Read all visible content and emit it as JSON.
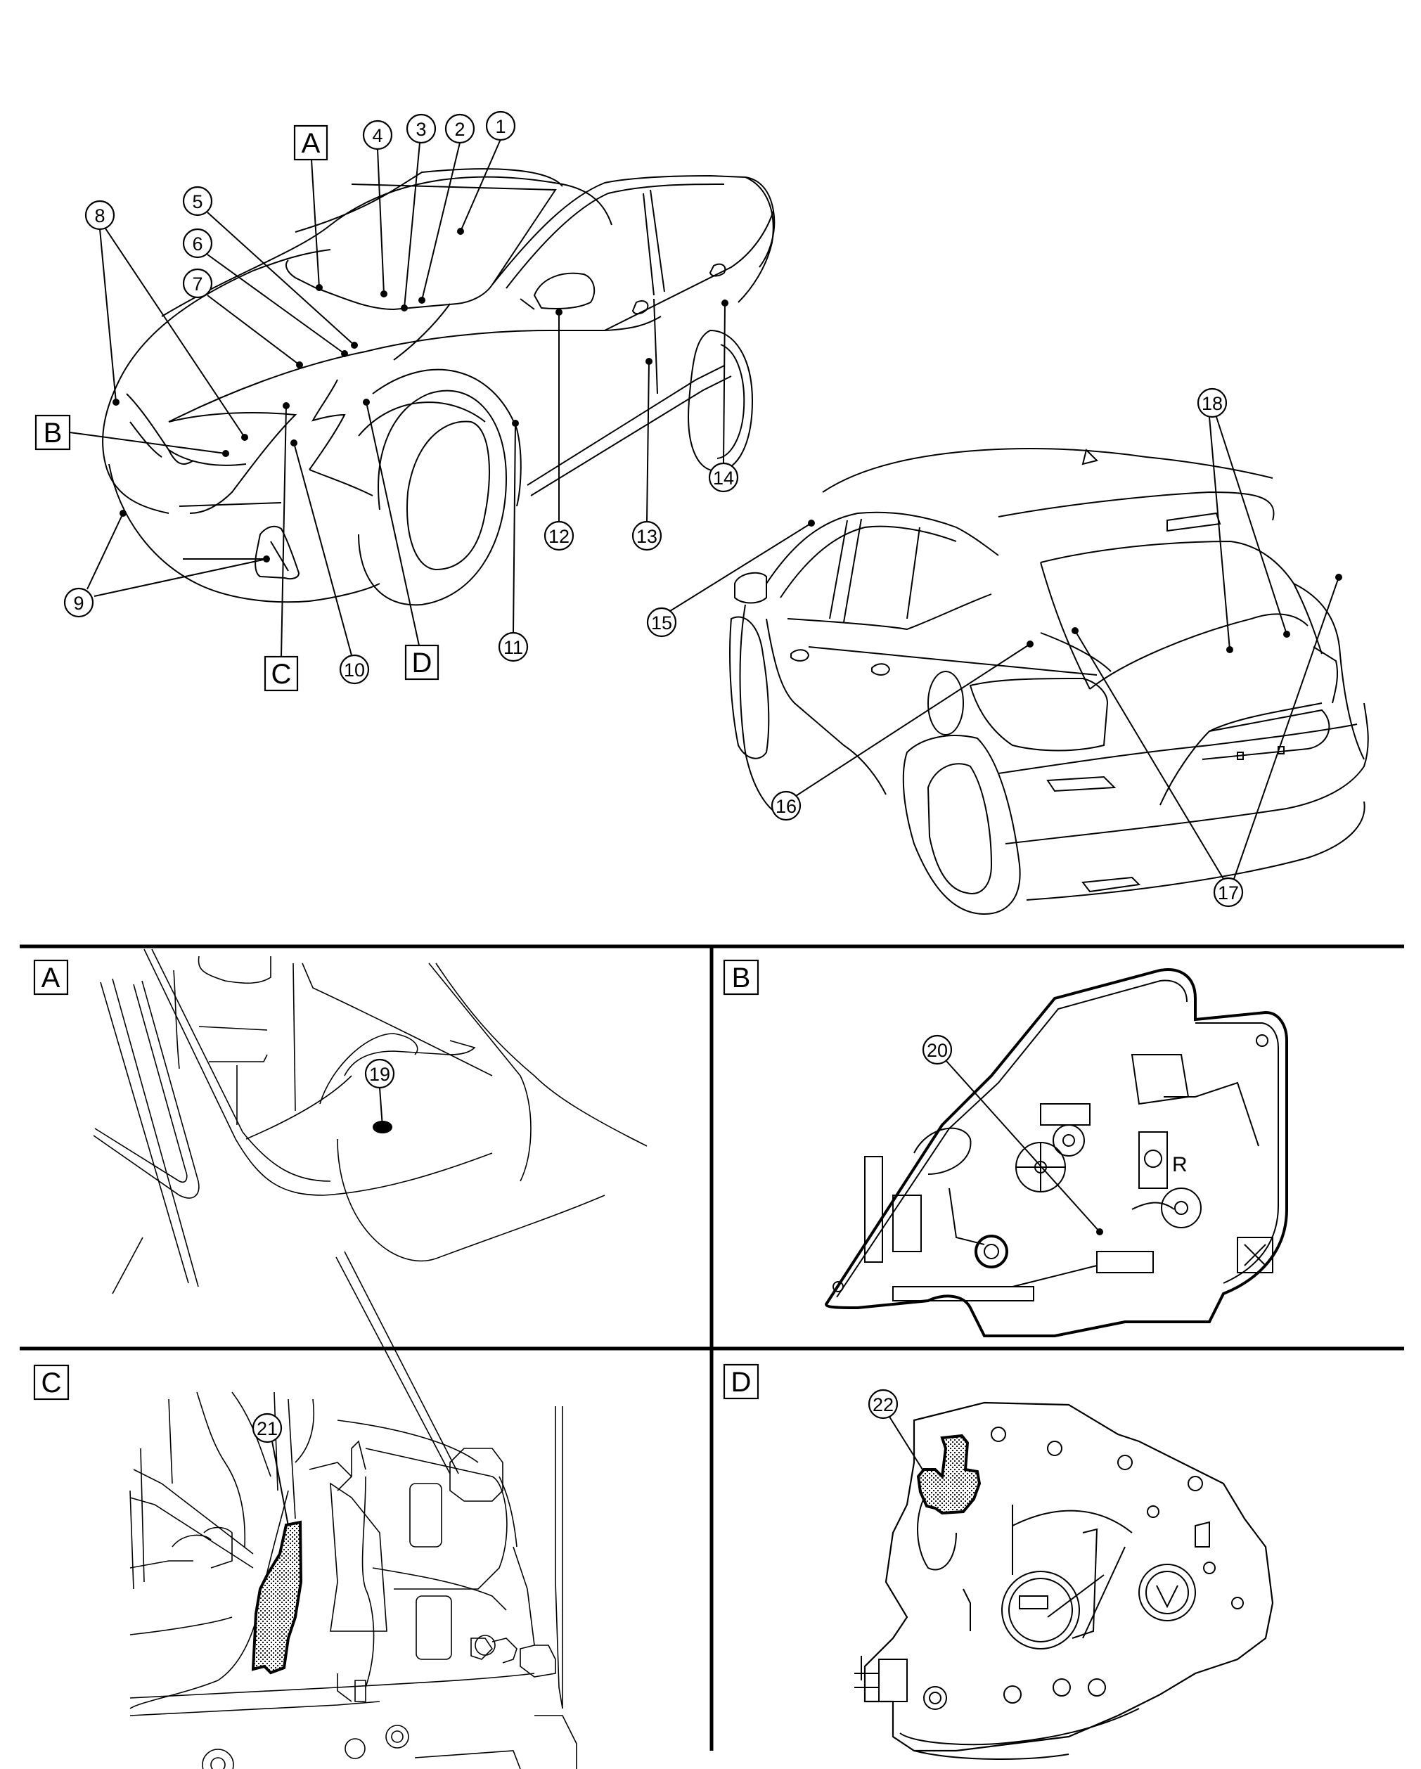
{
  "figure": {
    "title": "Component parts location",
    "views": {
      "front_vehicle": "front-left three-quarter view of vehicle",
      "rear_vehicle": "rear-right three-quarter view of vehicle"
    }
  },
  "callouts": [
    {
      "id": "1",
      "label": "1"
    },
    {
      "id": "2",
      "label": "2"
    },
    {
      "id": "3",
      "label": "3"
    },
    {
      "id": "4",
      "label": "4"
    },
    {
      "id": "5",
      "label": "5"
    },
    {
      "id": "6",
      "label": "6"
    },
    {
      "id": "7",
      "label": "7"
    },
    {
      "id": "8",
      "label": "8"
    },
    {
      "id": "9",
      "label": "9"
    },
    {
      "id": "10",
      "label": "10"
    },
    {
      "id": "11",
      "label": "11"
    },
    {
      "id": "12",
      "label": "12"
    },
    {
      "id": "13",
      "label": "13"
    },
    {
      "id": "14",
      "label": "14"
    },
    {
      "id": "15",
      "label": "15"
    },
    {
      "id": "16",
      "label": "16"
    },
    {
      "id": "17",
      "label": "17"
    },
    {
      "id": "18",
      "label": "18"
    },
    {
      "id": "19",
      "label": "19"
    },
    {
      "id": "20",
      "label": "20"
    },
    {
      "id": "21",
      "label": "21"
    },
    {
      "id": "22",
      "label": "22"
    }
  ],
  "reference_boxes": {
    "A": "A",
    "B": "B",
    "C": "C",
    "D": "D"
  },
  "detail_panels": [
    {
      "ref": "A",
      "label": "A",
      "callouts": [
        "19"
      ],
      "subject": "windshield / roof console area"
    },
    {
      "ref": "B",
      "label": "B",
      "callouts": [
        "20"
      ],
      "subject": "headlamp assembly (rear view)",
      "marking": "R"
    },
    {
      "ref": "C",
      "label": "C",
      "callouts": [
        "21"
      ],
      "subject": "engine room module / bracket"
    },
    {
      "ref": "D",
      "label": "D",
      "callouts": [
        "22"
      ],
      "subject": "transaxle assembly"
    }
  ],
  "markings": {
    "headlamp_side": "R"
  }
}
